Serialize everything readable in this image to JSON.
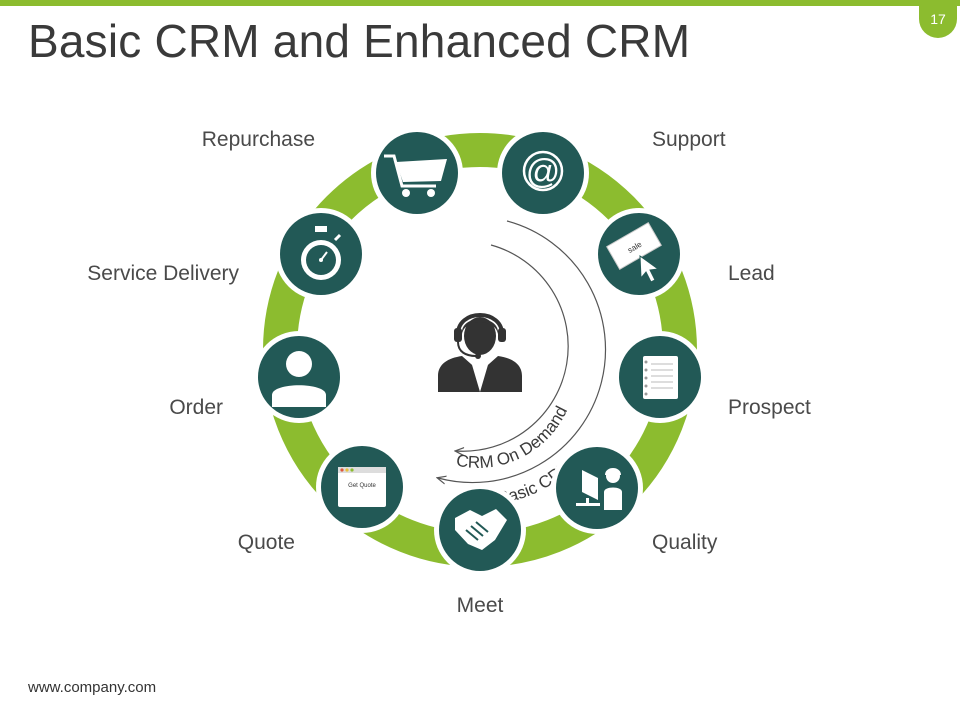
{
  "page_number": "17",
  "title": "Basic CRM and Enhanced CRM",
  "footer": "www.company.com",
  "colors": {
    "accent_green": "#8cbc2f",
    "dark_teal": "#225956",
    "text": "#3a3a3a"
  },
  "center": {
    "icon": "customer-service-agent-icon",
    "arc_labels": {
      "outer": "Basic CRM",
      "inner": "CRM On Demand"
    }
  },
  "stages": [
    {
      "label": "Support",
      "icon": "at-sign-icon"
    },
    {
      "label": "Lead",
      "icon": "sale-tag-cursor-icon",
      "icon_text": "sale"
    },
    {
      "label": "Prospect",
      "icon": "notepad-icon"
    },
    {
      "label": "Quality",
      "icon": "support-agent-computer-icon"
    },
    {
      "label": "Meet",
      "icon": "handshake-icon"
    },
    {
      "label": "Quote",
      "icon": "quote-window-icon",
      "icon_text": "Get Quote"
    },
    {
      "label": "Order",
      "icon": "user-icon"
    },
    {
      "label": "Service Delivery",
      "icon": "stopwatch-icon"
    },
    {
      "label": "Repurchase",
      "icon": "shopping-cart-icon"
    }
  ]
}
